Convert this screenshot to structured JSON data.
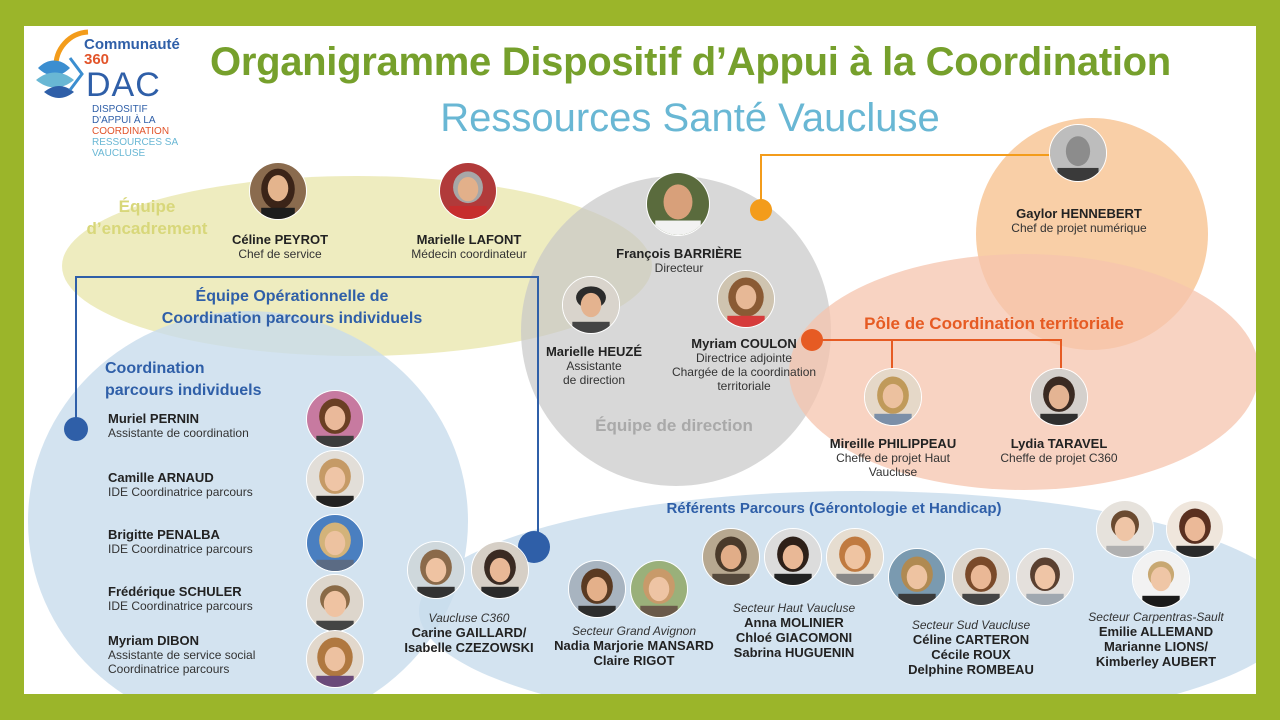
{
  "logo": {
    "brand": "Communauté",
    "brand_num": "360",
    "acronym": "DAC",
    "line1": "DISPOSITIF",
    "line2": "D'APPUI À LA",
    "line3": "COORDINATION",
    "line4": "RESSOURCES SANTÉ",
    "line5": "VAUCLUSE"
  },
  "title": "Organigramme Dispositif d’Appui à la Coordination",
  "subtitle": "Ressources Santé Vaucluse",
  "groups": {
    "encadrement": "Équipe\nd’encadrement",
    "operationnelle_1": "Équipe Opérationnelle de",
    "operationnelle_2": "Coordination parcours individuels",
    "coord_1": "Coordination",
    "coord_2": "parcours individuels",
    "direction": "Équipe de direction",
    "pole": "Pôle de Coordination territoriale",
    "referents": "Référents Parcours (Gérontologie et Handicap)"
  },
  "people": {
    "peyrot": {
      "name": "Céline PEYROT",
      "role": "Chef de service"
    },
    "lafont": {
      "name": "Marielle LAFONT",
      "role": "Médecin coordinateur"
    },
    "barriere": {
      "name": "François BARRIÈRE",
      "role": "Directeur"
    },
    "heuze": {
      "name": "Marielle HEUZÉ",
      "role1": "Assistante",
      "role2": "de direction"
    },
    "coulon": {
      "name": "Myriam COULON",
      "role1": "Directrice adjointe",
      "role2": "Chargée de la coordination",
      "role3": "territoriale"
    },
    "hennebert": {
      "name": "Gaylor HENNEBERT",
      "role": "Chef de projet numérique"
    },
    "philippeau": {
      "name": "Mireille PHILIPPEAU",
      "role1": "Cheffe de projet Haut",
      "role2": "Vaucluse"
    },
    "taravel": {
      "name": "Lydia TARAVEL",
      "role": "Cheffe de projet C360"
    }
  },
  "coordination_list": [
    {
      "name": "Muriel PERNIN",
      "role1": "Assistante de coordination",
      "role2": ""
    },
    {
      "name": "Camille ARNAUD",
      "role1": "IDE Coordinatrice parcours",
      "role2": ""
    },
    {
      "name": "Brigitte PENALBA",
      "role1": "IDE Coordinatrice parcours",
      "role2": ""
    },
    {
      "name": "Frédérique SCHULER",
      "role1": "IDE Coordinatrice parcours",
      "role2": ""
    },
    {
      "name": "Myriam DIBON",
      "role1": "Assistante de service social",
      "role2": "Coordinatrice parcours"
    }
  ],
  "sectors": {
    "c360": {
      "label": "Vaucluse C360",
      "n1": "Carine GAILLARD/",
      "n2": "Isabelle CZEZOWSKI",
      "n3": ""
    },
    "avignon": {
      "label": "Secteur Grand Avignon",
      "n1": "Nadia Marjorie MANSARD",
      "n2": "Claire RIGOT",
      "n3": ""
    },
    "haut": {
      "label": "Secteur Haut Vaucluse",
      "n1": "Anna MOLINIER",
      "n2": "Chloé GIACOMONI",
      "n3": "Sabrina HUGUENIN"
    },
    "sud": {
      "label": "Secteur Sud Vaucluse",
      "n1": "Céline CARTERON",
      "n2": "Cécile ROUX",
      "n3": "Delphine ROMBEAU"
    },
    "carpentras": {
      "label": "Secteur Carpentras-Sault",
      "n1": "Emilie ALLEMAND",
      "n2": "Marianne LIONS/",
      "n3": "Kimberley AUBERT"
    }
  },
  "colors": {
    "frame": "#9bb52a",
    "title_green": "#76a02c",
    "subtitle_blue": "#69b7d4",
    "yellow_blob": "#eceab8",
    "grey_blob": "#d3d3d3",
    "blue_blob": "#d1e2ee",
    "orange_blob": "#f8c99d",
    "salmon_blob": "#f6d0bf",
    "heading_blue": "#2f5fa8",
    "pole_orange": "#e65b23",
    "line_orange": "#f39c1b"
  }
}
